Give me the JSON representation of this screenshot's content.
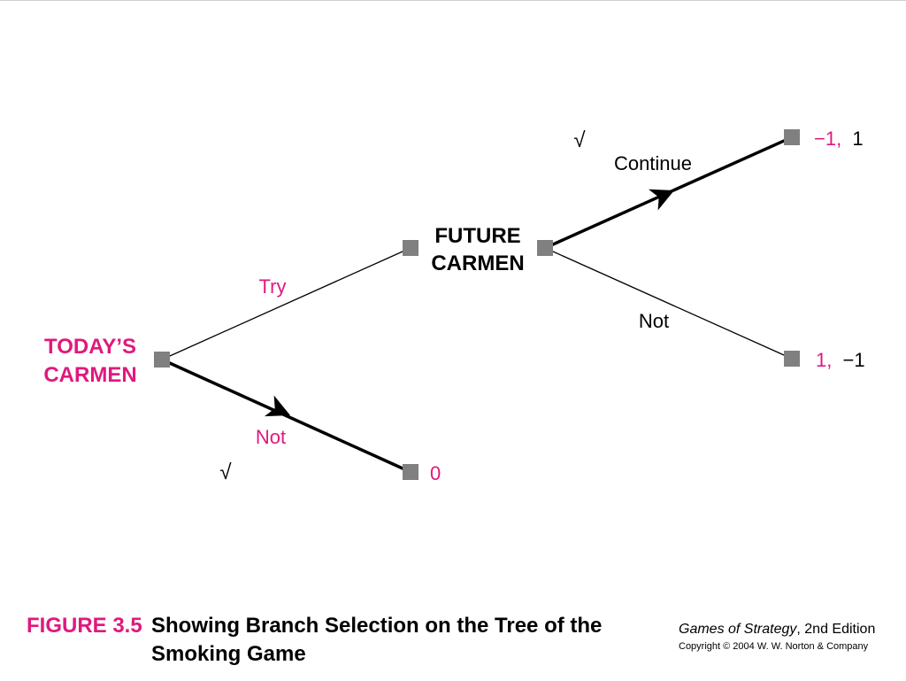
{
  "diagram": {
    "nodes": {
      "todays_carmen": {
        "line1": "TODAY’S",
        "line2": "CARMEN"
      },
      "future_carmen": {
        "line1": "FUTURE",
        "line2": "CARMEN"
      }
    },
    "branches": {
      "try": "Try",
      "not_left": "Not",
      "continue": "Continue",
      "not_right": "Not"
    },
    "check_marks": [
      "√",
      "√"
    ],
    "payoffs": {
      "continue": {
        "first": "−1,",
        "second": "1"
      },
      "not_future": {
        "first": "1,",
        "second": "−1"
      },
      "not_today": {
        "first": "0"
      }
    },
    "colors": {
      "today_carmen": "#e0197d",
      "future_carmen": "#000000",
      "node_fill": "#808080"
    }
  },
  "caption": {
    "figure_label": "FIGURE 3.5",
    "title_line1": "Showing Branch Selection on the Tree of the",
    "title_line2": "Smoking Game"
  },
  "book": {
    "title": "Games of Strategy",
    "edition": ", 2nd Edition",
    "copyright": "Copyright © 2004 W. W. Norton & Company"
  }
}
